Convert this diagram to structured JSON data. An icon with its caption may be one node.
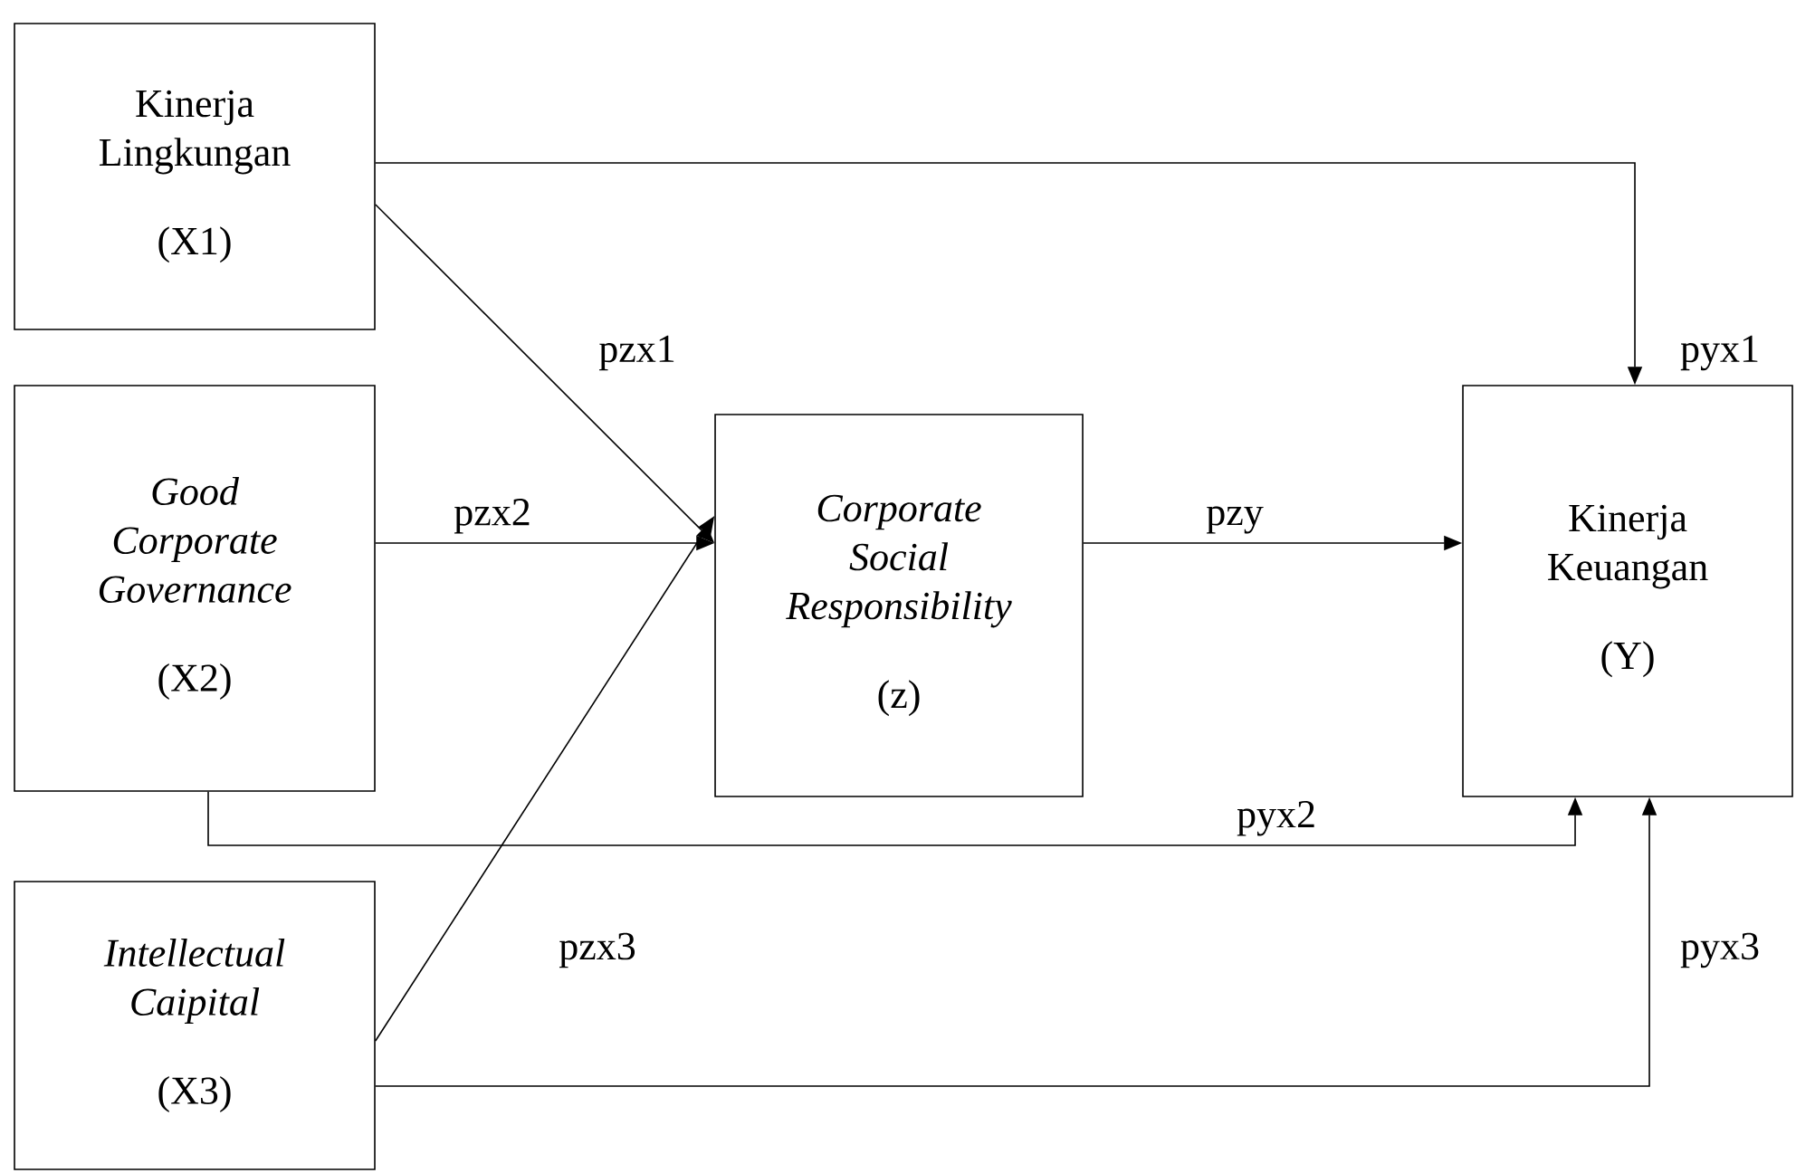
{
  "diagram": {
    "nodes": [
      {
        "text": [
          "Kinerja Lingkungan",
          "(X1)"
        ]
      },
      {
        "text": [
          "Good Corporate Governance",
          "(X2)"
        ]
      },
      {
        "text": [
          "Intellectual Caipital",
          "(X3)"
        ]
      },
      {
        "text": [
          "Corporate Social Responsibility",
          "(z)"
        ]
      },
      {
        "text": [
          "Kinerja Keuangan",
          "(Y)"
        ]
      }
    ],
    "edges": [
      {
        "from": 0,
        "to": 3,
        "arrow": "to",
        "label": "pzx1"
      },
      {
        "from": 1,
        "to": 3,
        "arrow": "to",
        "label": "pzx2"
      },
      {
        "from": 2,
        "to": 3,
        "arrow": "to",
        "label": "pzx3"
      },
      {
        "from": 3,
        "to": 4,
        "arrow": "to",
        "label": "pzy"
      },
      {
        "from": 0,
        "to": 4,
        "arrow": "to",
        "label": "pyx1"
      },
      {
        "from": 1,
        "to": 4,
        "arrow": "to",
        "label": "pyx2"
      },
      {
        "from": 2,
        "to": 4,
        "arrow": "to",
        "label": "pyx3"
      }
    ]
  }
}
